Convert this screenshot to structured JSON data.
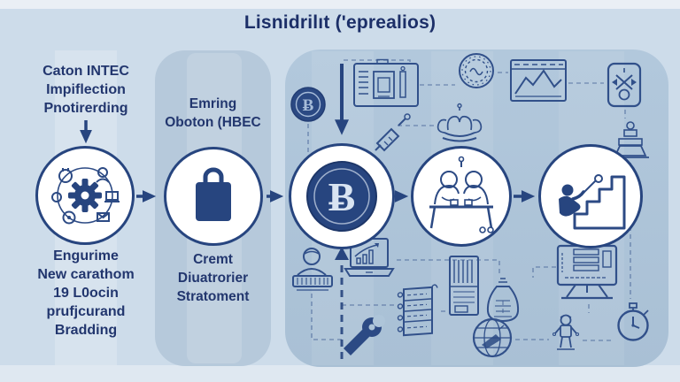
{
  "title": "Lisnidrilıt ('eprealios)",
  "left_column": {
    "top_block": [
      "Caton INTEC",
      "Impiflection",
      "Pnotirerding"
    ],
    "bottom_block": [
      "Engurime",
      "New carathom",
      "19 L0ocin",
      "prufjcurand",
      "Bradding"
    ]
  },
  "middle_column": {
    "top_block": [
      "Emring",
      "Oboton (HBEC"
    ],
    "bottom_block": [
      "Cremt",
      "Diuatrorier",
      "Stratoment"
    ]
  },
  "flow": {
    "circle_icons": [
      "gear-network-icon",
      "briefcase-icon",
      "monogram-coin-icon",
      "meeting-table-icon",
      "growth-climb-icon"
    ]
  },
  "panel_icons_top": [
    "coin-b-icon",
    "dashboard-monitor-icon",
    "badge-gear-icon",
    "crown-icon",
    "syringe-icon",
    "browser-chart-icon",
    "network-x-icon",
    "trophy-tier-icon"
  ],
  "panel_icons_bottom": [
    "person-keyboard-icon",
    "laptop-chart-icon",
    "wrench-icon",
    "server-rack-icon",
    "cabinet-slots-icon",
    "money-sack-icon",
    "globe-icon",
    "desktop-printer-icon",
    "mini-figure-icon",
    "stopwatch-icon"
  ],
  "glyphs": {
    "monogram": "Ƀ",
    "coin": "Ƀ"
  },
  "colors": {
    "background": "#cddcea",
    "mid_panel": "#b6c9db",
    "right_panel": "#aec5d9",
    "navy": "#27457f",
    "stroke": "#31508a",
    "text": "#22366e",
    "circle_fill": "#ffffff"
  }
}
